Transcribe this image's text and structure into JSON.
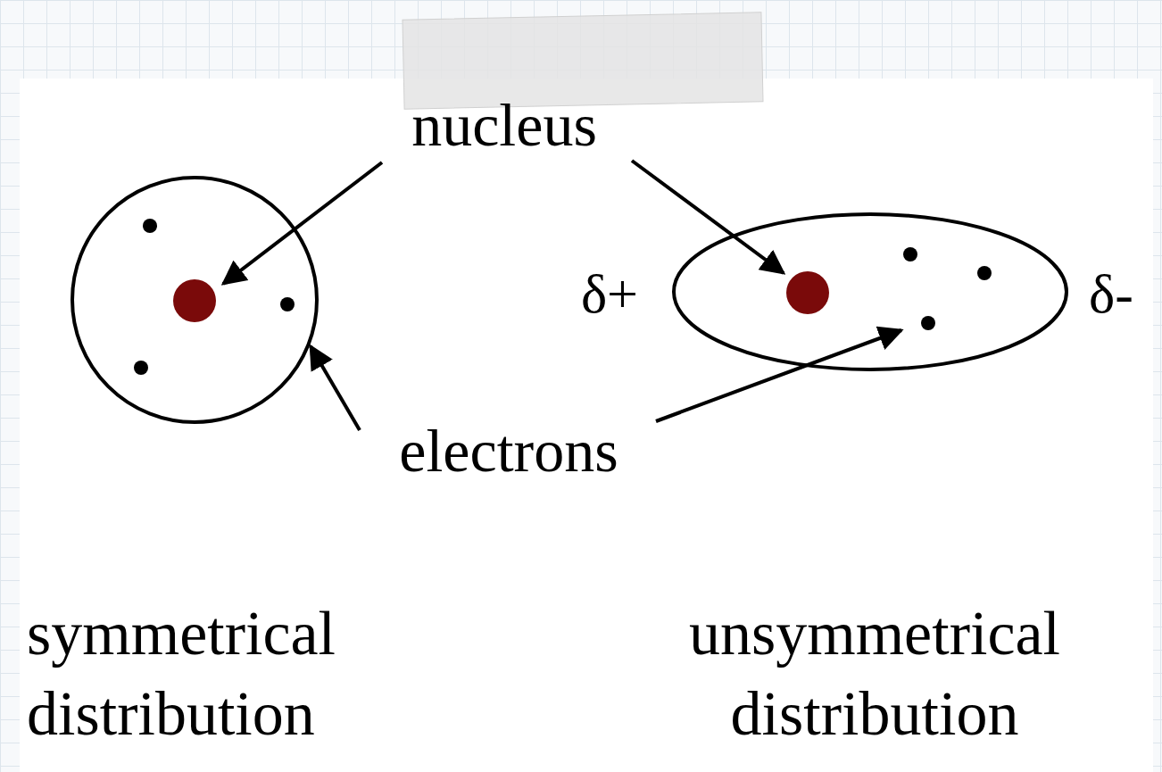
{
  "diagram": {
    "labels": [
      "nucleus",
      "electrons",
      "δ+",
      "δ-",
      "symmetrical distribution",
      "unsymmetrical distribution"
    ]
  }
}
